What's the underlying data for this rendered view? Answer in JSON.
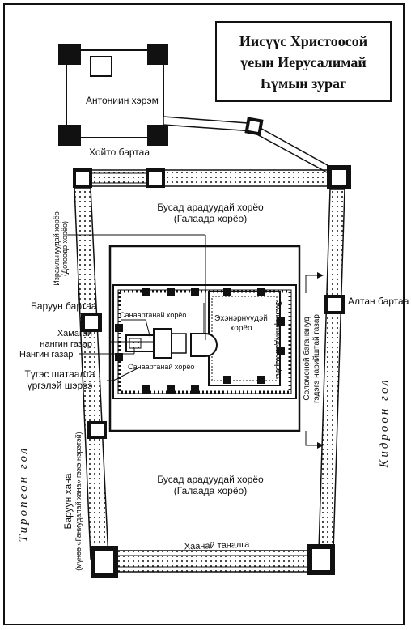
{
  "title": {
    "line1": "Иисүүс Христоосой",
    "line2": "үеын Иерусалимай",
    "line3": "Һүмын зураг"
  },
  "labels": {
    "antonia_fortress": "Антониин хэрэм",
    "north_gate": "Хойто бартаа",
    "outer_court_top_line1": "Бусад арадуудай хорёо",
    "outer_court_top_line2": "(Галаада хорёо)",
    "outer_court_bottom_line1": "Бусад арадуудай хорёо",
    "outer_court_bottom_line2": "(Галаада хорёо)",
    "womens_court_left": "Эхэнэрнүүдэй хорёо",
    "womens_court_right": "Эхэнэрнүүдэй хорёо",
    "priests_court_top": "Санаартанай хорёо",
    "priests_court_bottom": "Санаартанай хорёо",
    "israel_court_line1": "Израильнуудай хорёо",
    "israel_court_line2": "(Дотоодо хорёо)",
    "west_gate": "Баруун бартаа",
    "holy_of_holies_line1": "Хамагай",
    "holy_of_holies_line2": "нангин газар",
    "holy_place": "Нангин газар",
    "soreg_line1": "Түгэс шатаалта",
    "soreg_line2": "үргэлэй шэрээ",
    "solomon_porch_line1": "Соломоной баганануд",
    "solomon_porch_line2": "гэдэгэ нарийштай газар",
    "golden_gate": "Алтан бартаа",
    "west_wall_line1": "Баруун хана",
    "west_wall_line2": "(мүнөө «Ганиудалай хана» гэжэ нэрэтэй)",
    "royal_porch": "Хаанай таналга",
    "tyropoeon": "Тиропеон гол",
    "kidron": "Кидроон гол"
  },
  "colors": {
    "ink": "#111111",
    "paper": "#ffffff"
  }
}
